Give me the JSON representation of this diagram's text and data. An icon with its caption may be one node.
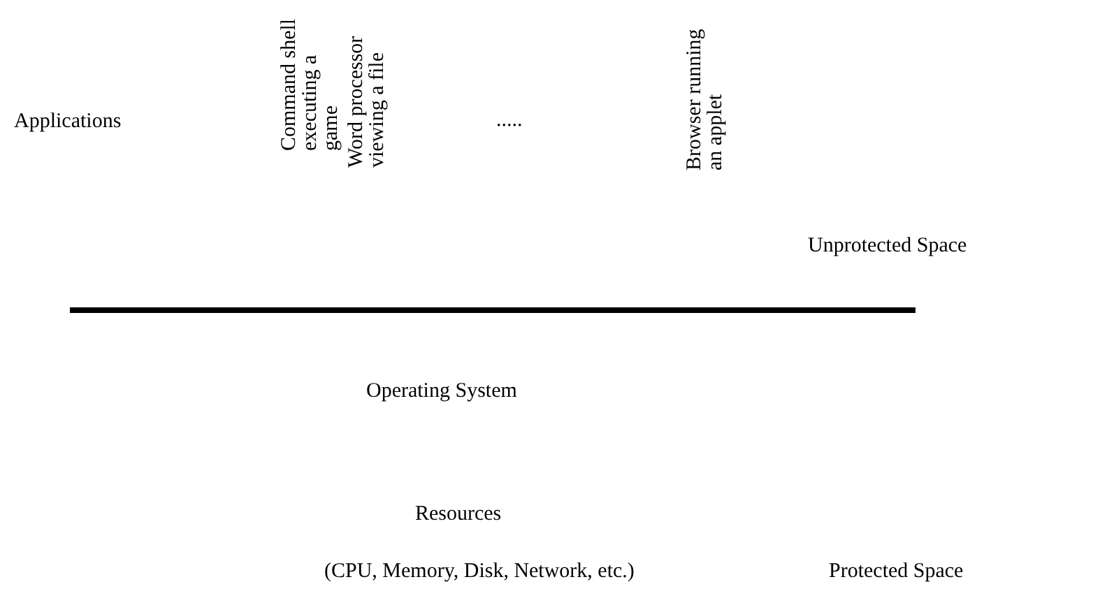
{
  "diagram": {
    "labels": [
      "Applications",
      "Command shell executing a game",
      "Word processor viewing a file",
      ".....",
      "Browser running an applet",
      "Unprotected Space",
      "Operating System",
      "Resources",
      "(CPU, Memory, Disk, Network, etc.)",
      "Protected Space"
    ]
  }
}
